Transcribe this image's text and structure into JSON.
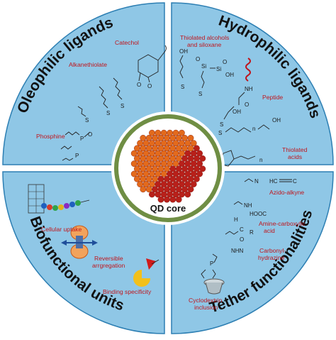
{
  "core": {
    "label": "QD core"
  },
  "colors": {
    "quadrant_fill": "#8fc7e6",
    "quadrant_border": "#2d7fb3",
    "ring_fill": "#6f8e44",
    "label_red": "#c0151c",
    "particle_orange": "#e36a1c",
    "particle_red": "#b8201a"
  },
  "quadrants": {
    "top_left": {
      "title": "Oleophilic ligands",
      "labels": [
        "Catechol",
        "Alkanethiolate",
        "Phosphine"
      ],
      "chem": [
        "S",
        "S",
        "S",
        "O",
        "O",
        "P",
        "O",
        "P"
      ]
    },
    "top_right": {
      "title": "Hydrophilic ligands",
      "labels": [
        "Thiolated alcohols",
        "and siloxane",
        "Peptide",
        "Thiolated",
        "acids"
      ],
      "chem": [
        "OH",
        "Si",
        "O",
        "Si",
        "O",
        "OH",
        "S",
        "S",
        "S",
        "O",
        "NH",
        "OH",
        "S",
        "OH",
        "S",
        "S",
        "n",
        "n"
      ]
    },
    "bottom_left": {
      "title": "Biofunctional units",
      "labels": [
        "Cellular uptake",
        "Reversible",
        "arrgregation",
        "Binding specificity"
      ]
    },
    "bottom_right": {
      "title": "Tether functionalities",
      "labels": [
        "Azido-alkyne",
        "Amine-carboxylic",
        "acid",
        "Carbonyl-",
        "hydrazine",
        "Cyclodextrin",
        "inclusion"
      ],
      "chem": [
        "N",
        "HC",
        "C",
        "NH",
        "HOOC",
        "C",
        "R",
        "O",
        "H",
        "NHN",
        "P"
      ]
    }
  }
}
